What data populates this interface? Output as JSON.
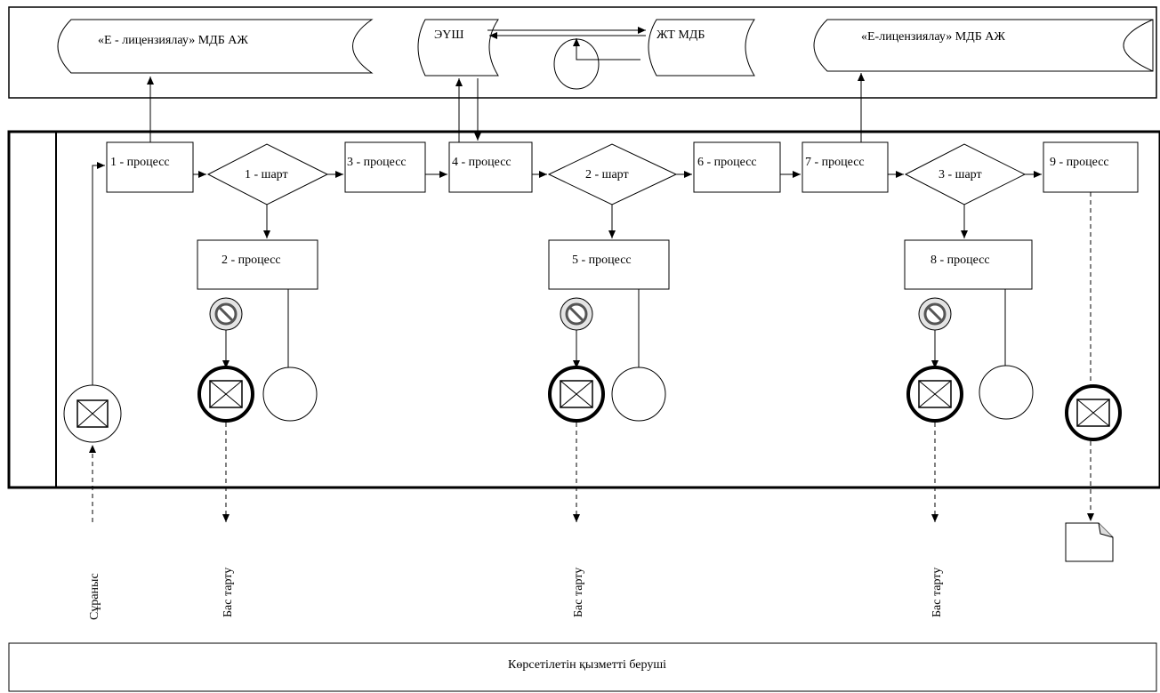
{
  "systems": {
    "elicense_left": "«Е - лицензиялау» МДБ АЖ",
    "eush": "ЭҮШ",
    "zht_mdb": "ЖТ МДБ",
    "elicense_right": "«Е-лицензиялау» МДБ АЖ"
  },
  "process": {
    "p1": "1 - процесс",
    "p2": "2 - процесс",
    "p3": "3 - процесс",
    "p4": "4 - процесс",
    "p5": "5 - процесс",
    "p6": "6 - процесс",
    "p7": "7 - процесс",
    "p8": "8 - процесс",
    "p9": "9 - процесс"
  },
  "conditions": {
    "c1": "1 - шарт",
    "c2": "2 - шарт",
    "c3": "3 - шарт"
  },
  "outputs": {
    "request": "Сұраныс",
    "refusal1": "Бас тарту",
    "refusal2": "Бас тарту",
    "refusal3": "Бас тарту"
  },
  "provider_lane": "Көрсетілетін қызметті беруші"
}
